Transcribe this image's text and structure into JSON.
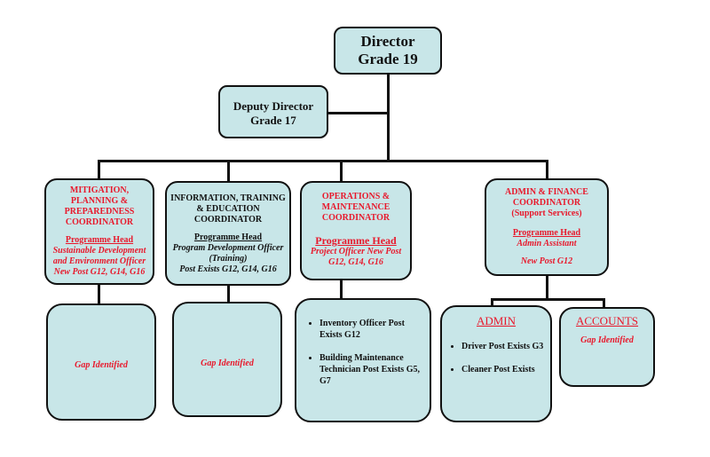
{
  "director": {
    "title": "Director",
    "grade": "Grade 19"
  },
  "deputy": {
    "title": "Deputy Director",
    "grade": "Grade 17"
  },
  "mitigation": {
    "title_lines": [
      "MITIGATION,",
      "PLANNING &",
      "PREPAREDNESS",
      "COORDINATOR"
    ],
    "head": "Programme Head",
    "role_lines": [
      "Sustainable Development",
      "and Environment Officer",
      "New Post G12, G14, G16"
    ]
  },
  "information": {
    "title_lines": [
      "INFORMATION, TRAINING",
      "& EDUCATION",
      "COORDINATOR"
    ],
    "head": "Programme Head",
    "role_lines": [
      "Program Development Officer",
      "(Training)",
      "Post Exists G12, G14, G16"
    ]
  },
  "operations": {
    "title_lines": [
      "OPERATIONS &",
      "MAINTENANCE",
      "COORDINATOR"
    ],
    "head": "Programme Head",
    "role_lines": [
      "Project Officer New Post",
      "G12, G14, G16"
    ]
  },
  "admin_finance": {
    "title_lines": [
      "ADMIN & FINANCE",
      "COORDINATOR"
    ],
    "subtitle": "(Support Services)",
    "head": "Programme Head",
    "role": "Admin Assistant",
    "post": "New Post G12"
  },
  "gap1": {
    "text": "Gap Identified"
  },
  "gap2": {
    "text": "Gap Identified"
  },
  "ops_staff": {
    "items": [
      "Inventory Officer Post Exists G12",
      "Building Maintenance Technician Post Exists G5, G7"
    ]
  },
  "admin_unit": {
    "title": "ADMIN",
    "items": [
      "Driver  Post Exists G3",
      "Cleaner Post Exists"
    ]
  },
  "accounts_unit": {
    "title": "ACCOUNTS",
    "text": "Gap Identified"
  },
  "colors": {
    "box_fill": "#c8e6e8",
    "highlight_text": "#e8192c",
    "border": "#111111"
  }
}
